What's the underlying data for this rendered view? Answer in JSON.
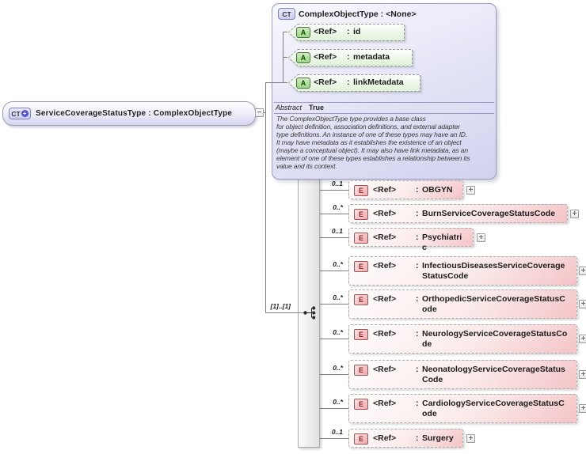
{
  "icons": {
    "complex_type": "CT",
    "attribute": "A",
    "element": "E",
    "plus": "+",
    "minus": "−",
    "expand": "+"
  },
  "labels": {
    "colon": ":"
  },
  "root_type": {
    "badge": "CT",
    "label": "ServiceCoverageStatusType : ComplexObjectType"
  },
  "base_type": {
    "badge": "CT",
    "title": "ComplexObjectType : <None>",
    "attributes": [
      {
        "ref": "<Ref>",
        "name": "id"
      },
      {
        "ref": "<Ref>",
        "name": "metadata"
      },
      {
        "ref": "<Ref>",
        "name": "linkMetadata"
      }
    ],
    "abstract_label": "Abstract",
    "abstract_value": "True",
    "description": "The ComplexObjectType type provides a base class\nfor object definition, association definitions, and external adapter\ntype definitions. An instance of one of these types may have an ID.\nIt may have metadata as it establishes the existence of an object\n(maybe a conceptual object). It may also have link metadata, as an\nelement of one of these types establishes a relationship between its\nvalue and its context."
  },
  "sequence": {
    "cardinality": "[1]..[1]"
  },
  "elements": [
    {
      "cardinality": "0..1",
      "ref": "<Ref>",
      "name": "OBGYN"
    },
    {
      "cardinality": "0..*",
      "ref": "<Ref>",
      "name": "BurnServiceCoverageStatusCode"
    },
    {
      "cardinality": "0..1",
      "ref": "<Ref>",
      "name": "Psychiatric"
    },
    {
      "cardinality": "0..*",
      "ref": "<Ref>",
      "name": "InfectiousDiseasesServiceCoverageStatusCode"
    },
    {
      "cardinality": "0..*",
      "ref": "<Ref>",
      "name": "OrthopedicServiceCoverageStatusCode"
    },
    {
      "cardinality": "0..*",
      "ref": "<Ref>",
      "name": "NeurologyServiceCoverageStatusCode"
    },
    {
      "cardinality": "0..*",
      "ref": "<Ref>",
      "name": "NeonatologyServiceCoverageStatusCode"
    },
    {
      "cardinality": "0..*",
      "ref": "<Ref>",
      "name": "CardiologyServiceCoverageStatusCode"
    },
    {
      "cardinality": "0..1",
      "ref": "<Ref>",
      "name": "Surgery"
    }
  ],
  "colors": {
    "complex_type_fill": "#dcdcf5",
    "attribute_fill": "#e4f5da",
    "element_fill": "#f4c4c7",
    "line": "#7f7f7f"
  }
}
